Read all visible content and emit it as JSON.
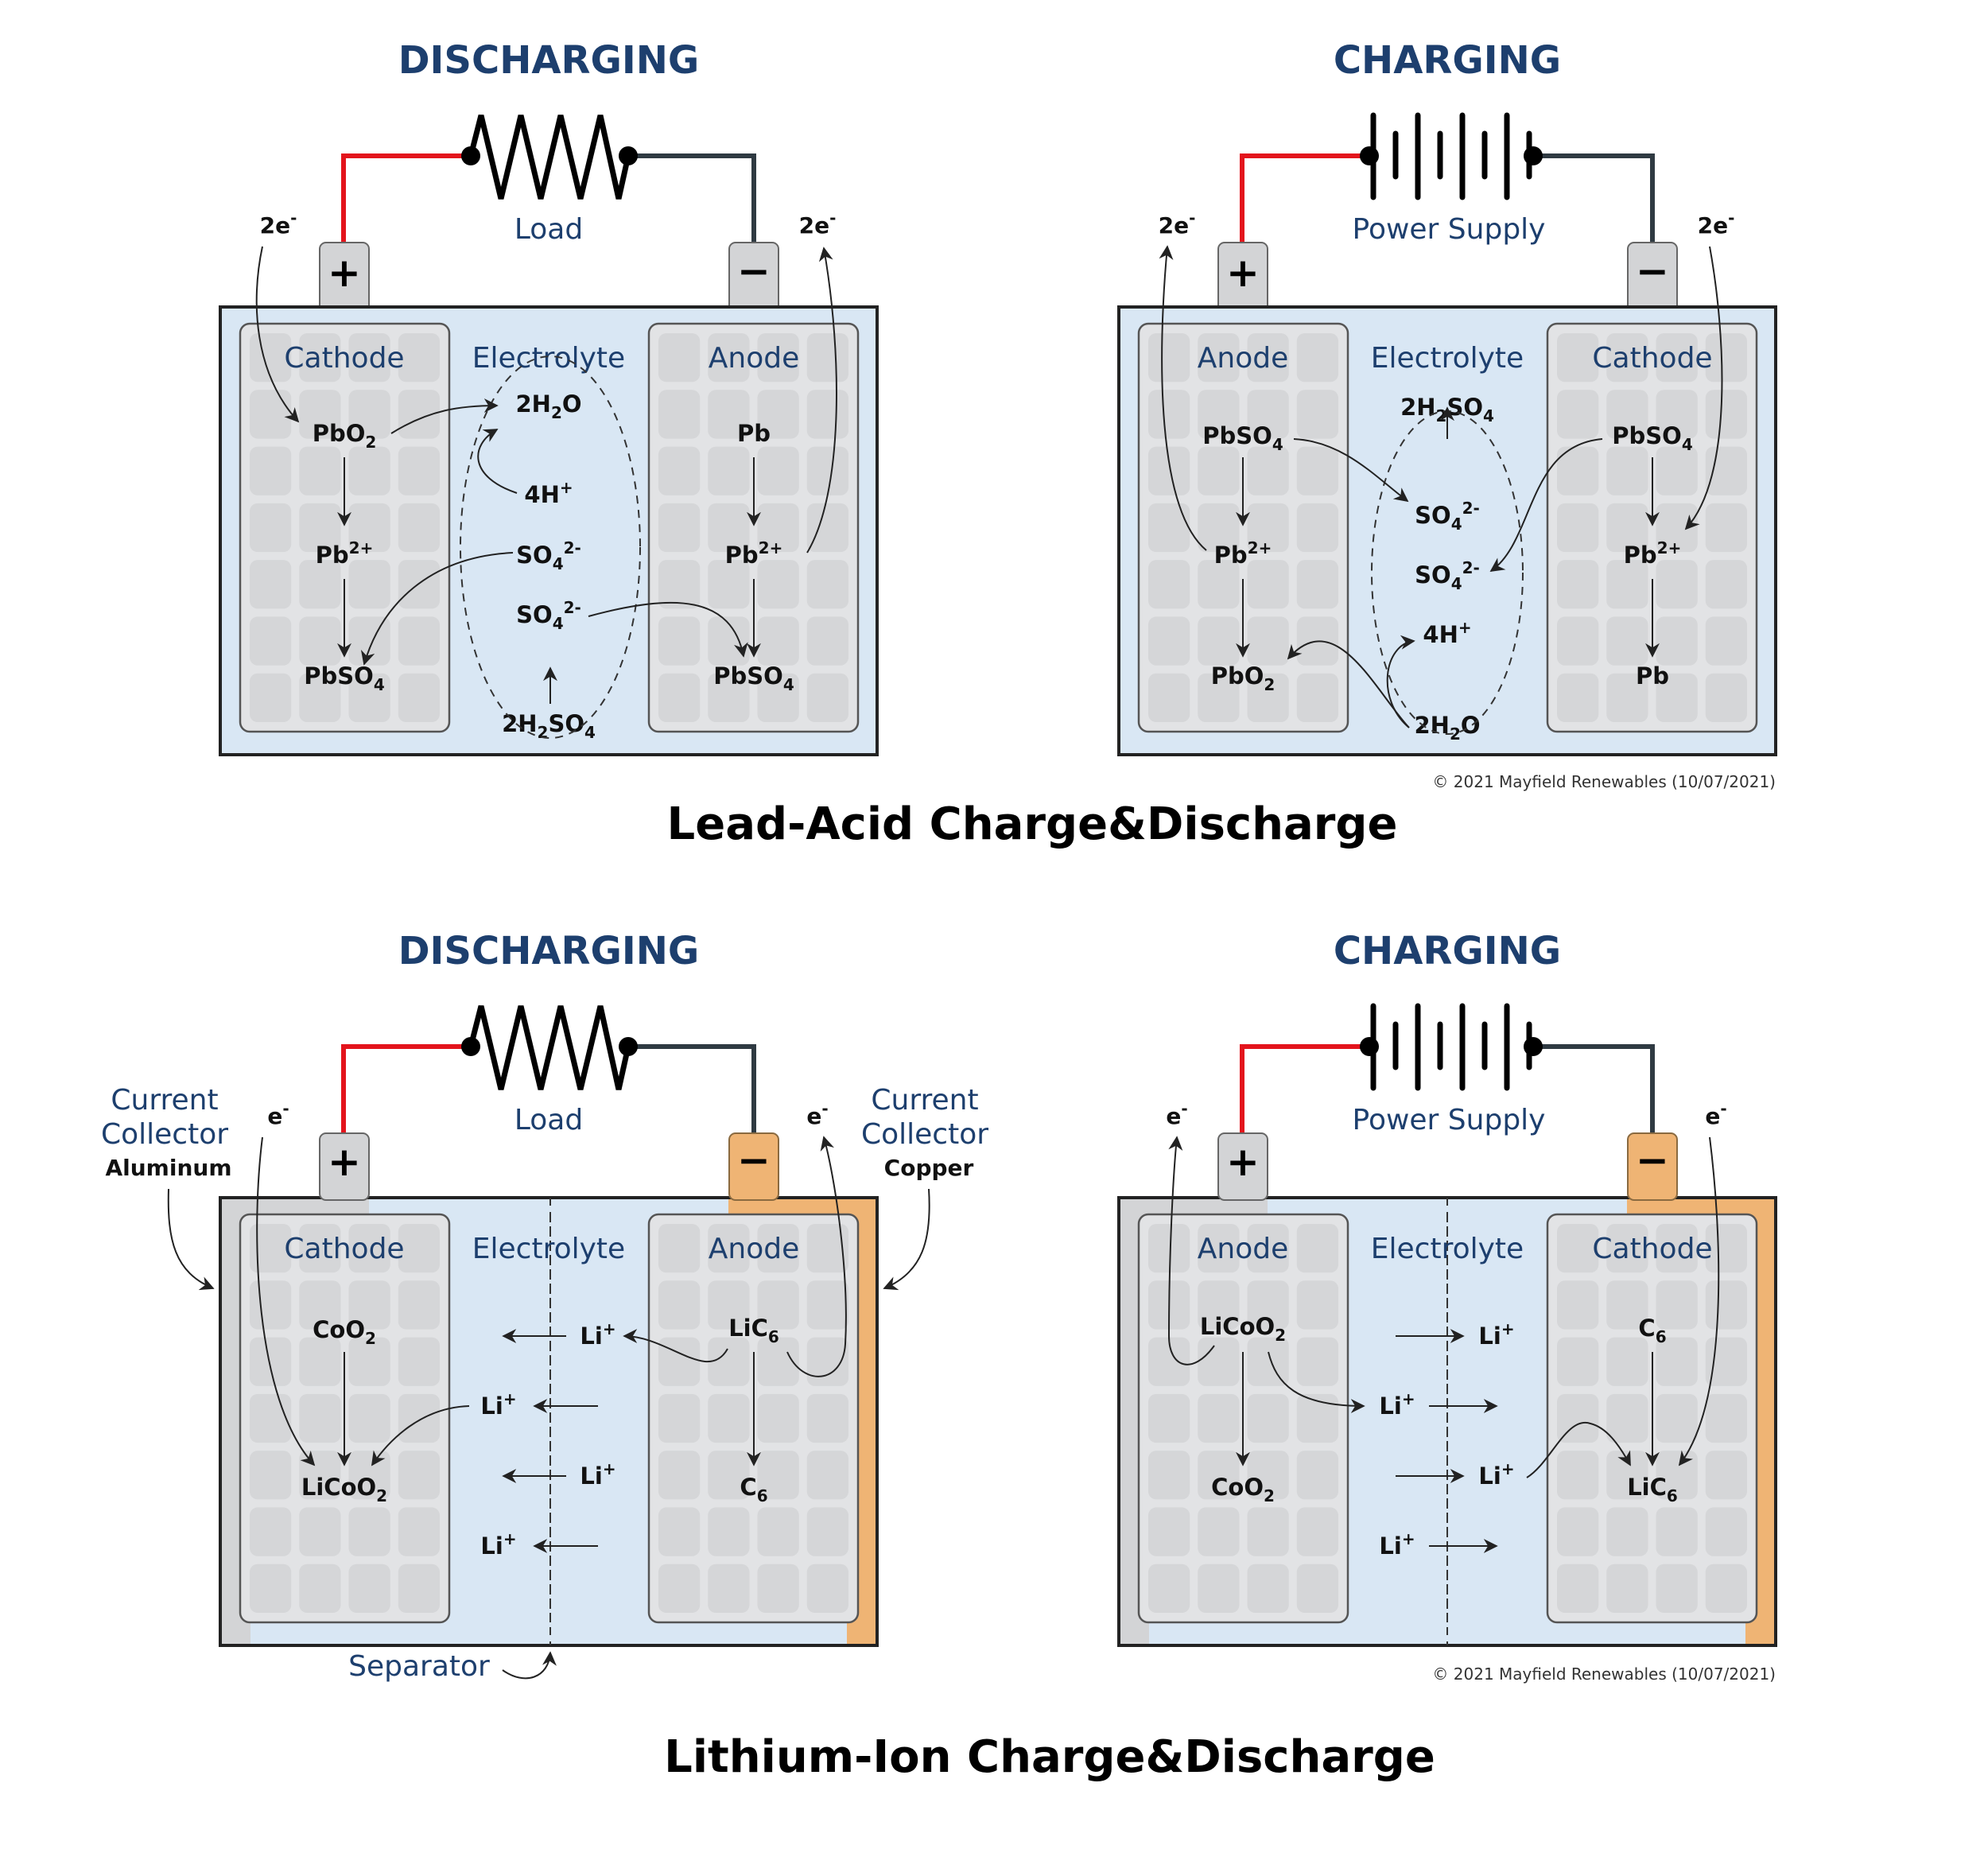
{
  "lead_acid": {
    "caption": "Lead-Acid Charge&Discharge",
    "copyright": "© 2021 Mayfield Renewables (10/07/2021)",
    "discharging": {
      "title": "DISCHARGING",
      "source_label": "Load",
      "left_electron": "2e",
      "right_electron": "2e",
      "plus": "+",
      "minus": "−",
      "left_plate": "Cathode",
      "middle": "Electrolyte",
      "right_plate": "Anode",
      "left_species": [
        {
          "base": "PbO",
          "sub": "2",
          "sup": ""
        },
        {
          "base": "Pb",
          "sub": "",
          "sup": "2+"
        },
        {
          "base": "PbSO",
          "sub": "4",
          "sup": ""
        }
      ],
      "right_species": [
        {
          "base": "Pb",
          "sub": "",
          "sup": ""
        },
        {
          "base": "Pb",
          "sub": "",
          "sup": "2+"
        },
        {
          "base": "PbSO",
          "sub": "4",
          "sup": ""
        }
      ],
      "electrolyte_species": [
        {
          "base": "2H",
          "sub": "2",
          "tail": "O",
          "sup": ""
        },
        {
          "base": "4H",
          "sub": "",
          "tail": "",
          "sup": "+"
        },
        {
          "base": "SO",
          "sub": "4",
          "tail": "",
          "sup": "2-"
        },
        {
          "base": "SO",
          "sub": "4",
          "tail": "",
          "sup": "2-"
        },
        {
          "base": "2H",
          "sub": "2",
          "tail": "SO",
          "sub2": "4",
          "sup": ""
        }
      ]
    },
    "charging": {
      "title": "CHARGING",
      "source_label": "Power Supply",
      "left_electron": "2e",
      "right_electron": "2e",
      "plus": "+",
      "minus": "−",
      "left_plate": "Anode",
      "middle": "Electrolyte",
      "right_plate": "Cathode",
      "left_species": [
        {
          "base": "PbSO",
          "sub": "4",
          "sup": ""
        },
        {
          "base": "Pb",
          "sub": "",
          "sup": "2+"
        },
        {
          "base": "PbO",
          "sub": "2",
          "sup": ""
        }
      ],
      "right_species": [
        {
          "base": "PbSO",
          "sub": "4",
          "sup": ""
        },
        {
          "base": "Pb",
          "sub": "",
          "sup": "2+"
        },
        {
          "base": "Pb",
          "sub": "",
          "sup": ""
        }
      ],
      "electrolyte_species": [
        {
          "base": "2H",
          "sub": "2",
          "tail": "SO",
          "sub2": "4",
          "sup": ""
        },
        {
          "base": "SO",
          "sub": "4",
          "tail": "",
          "sup": "2-"
        },
        {
          "base": "SO",
          "sub": "4",
          "tail": "",
          "sup": "2-"
        },
        {
          "base": "4H",
          "sub": "",
          "tail": "",
          "sup": "+"
        },
        {
          "base": "2H",
          "sub": "2",
          "tail": "O",
          "sup": ""
        }
      ]
    }
  },
  "lithium_ion": {
    "caption": "Lithium-Ion Charge&Discharge",
    "copyright": "© 2021 Mayfield Renewables (10/07/2021)",
    "discharging": {
      "title": "DISCHARGING",
      "source_label": "Load",
      "left_electron": "e",
      "right_electron": "e",
      "plus": "+",
      "minus": "−",
      "left_plate": "Cathode",
      "middle": "Electrolyte",
      "right_plate": "Anode",
      "left_collector": {
        "line1": "Current",
        "line2": "Collector",
        "material": "Aluminum"
      },
      "right_collector": {
        "line1": "Current",
        "line2": "Collector",
        "material": "Copper"
      },
      "separator_label": "Separator",
      "left_species": [
        {
          "base": "CoO",
          "sub": "2"
        },
        {
          "base": "LiCoO",
          "sub": "2"
        }
      ],
      "right_species": [
        {
          "base": "LiC",
          "sub": "6"
        },
        {
          "base": "C",
          "sub": "6"
        }
      ],
      "ion": {
        "base": "Li",
        "sup": "+"
      },
      "ion_direction": "left"
    },
    "charging": {
      "title": "CHARGING",
      "source_label": "Power Supply",
      "left_electron": "e",
      "right_electron": "e",
      "plus": "+",
      "minus": "−",
      "left_plate": "Anode",
      "middle": "Electrolyte",
      "right_plate": "Cathode",
      "left_species": [
        {
          "base": "LiCoO",
          "sub": "2"
        },
        {
          "base": "CoO",
          "sub": "2"
        }
      ],
      "right_species": [
        {
          "base": "C",
          "sub": "6"
        },
        {
          "base": "LiC",
          "sub": "6"
        }
      ],
      "ion": {
        "base": "Li",
        "sup": "+"
      },
      "ion_direction": "right"
    }
  },
  "colors": {
    "title_blue": "#1d3f6e",
    "positive_wire": "#e3141c",
    "negative_wire": "#2f3a42",
    "electrolyte": "#d9e7f4",
    "plate": "#e2e3e5",
    "copper": "#efb474",
    "aluminum": "#d3d4d6"
  }
}
